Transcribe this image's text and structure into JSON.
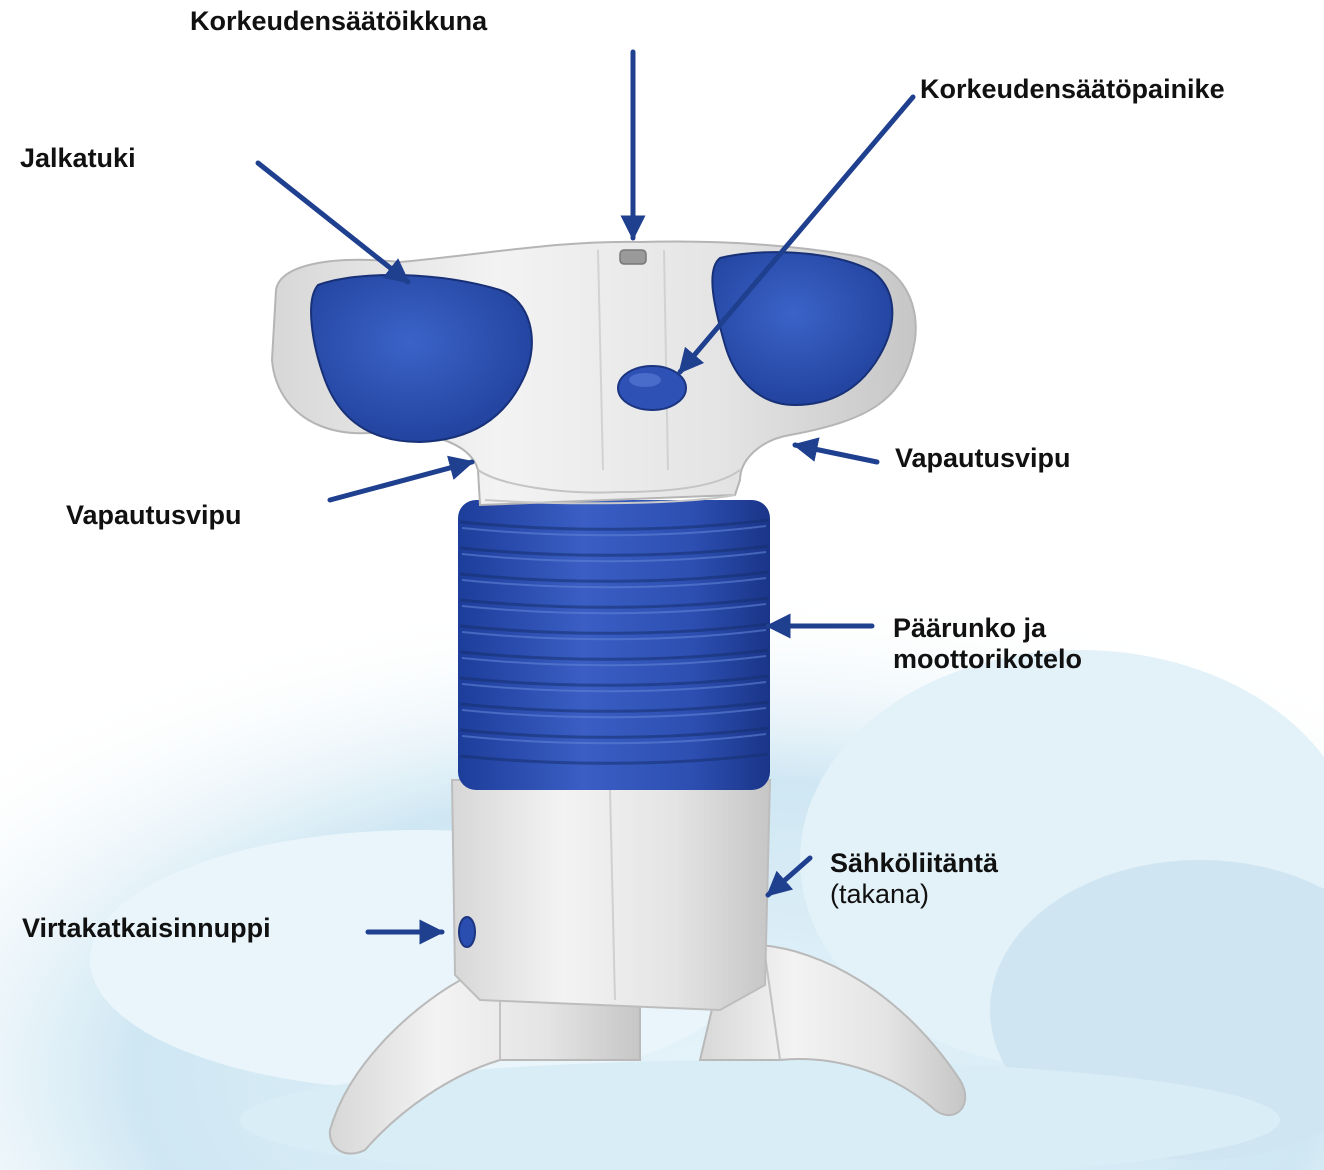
{
  "labels": {
    "height_window": "Korkeudensäätöikkuna",
    "height_button": "Korkeudensäätöpainike",
    "foot_rest": "Jalkatuki",
    "release_lever_right": "Vapautusvipu",
    "release_lever_left": "Vapautusvipu",
    "main_body_line1": "Päärunko ja",
    "main_body_line2": "moottorikotelo",
    "power_connector": "Sähköliitäntä",
    "power_connector_note": "(takana)",
    "power_switch": "Virtakatkaisinnuppi"
  },
  "colors": {
    "arrow": "#1f3f8f",
    "device_blue": "#2c4fb0",
    "device_white": "#ececec",
    "background_tint": "#d6ecf6"
  }
}
